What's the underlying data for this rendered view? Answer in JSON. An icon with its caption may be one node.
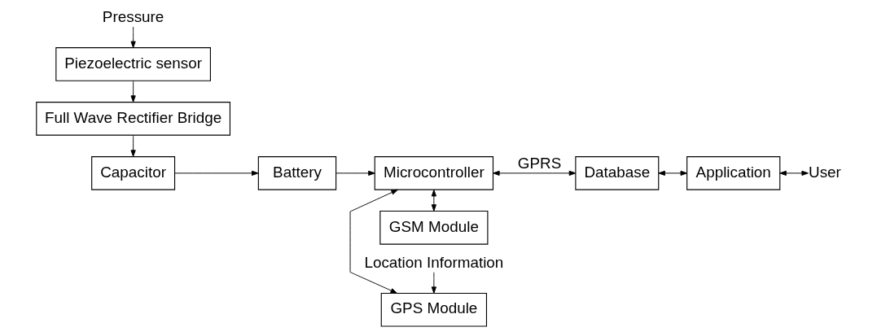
{
  "diagram": {
    "nodes": [
      {
        "text": [
          "Pressure"
        ]
      },
      {
        "text": [
          "Piezoelectric sensor"
        ]
      },
      {
        "text": [
          "Full Wave Rectifier Bridge"
        ]
      },
      {
        "text": [
          "Capacitor"
        ]
      },
      {
        "text": [
          "Battery"
        ]
      },
      {
        "text": [
          "GSM Module"
        ]
      },
      {
        "text": [
          "Microcontroller"
        ]
      },
      {
        "text": [
          "GPS Module"
        ]
      },
      {
        "text": [
          "Location Information"
        ]
      },
      {
        "text": [
          "Database"
        ]
      },
      {
        "text": [
          "Application"
        ]
      },
      {
        "text": [
          "User"
        ]
      }
    ],
    "edges": [
      {
        "from": 0,
        "to": 1,
        "arrow": "to"
      },
      {
        "from": 1,
        "to": 2,
        "arrow": "to"
      },
      {
        "from": 2,
        "to": 3,
        "arrow": "to"
      },
      {
        "from": 3,
        "to": 4,
        "arrow": "to"
      },
      {
        "from": 4,
        "to": 6,
        "arrow": "to"
      },
      {
        "from": 6,
        "to": 5,
        "arrow": "both"
      },
      {
        "from": 6,
        "to": 7,
        "arrow": "both"
      },
      {
        "from": 8,
        "to": 7,
        "arrow": "to"
      },
      {
        "from": 6,
        "to": 9,
        "arrow": "both",
        "label": "GPRS"
      },
      {
        "from": 9,
        "to": 10,
        "arrow": "both"
      },
      {
        "from": 10,
        "to": 11,
        "arrow": "both"
      }
    ]
  }
}
